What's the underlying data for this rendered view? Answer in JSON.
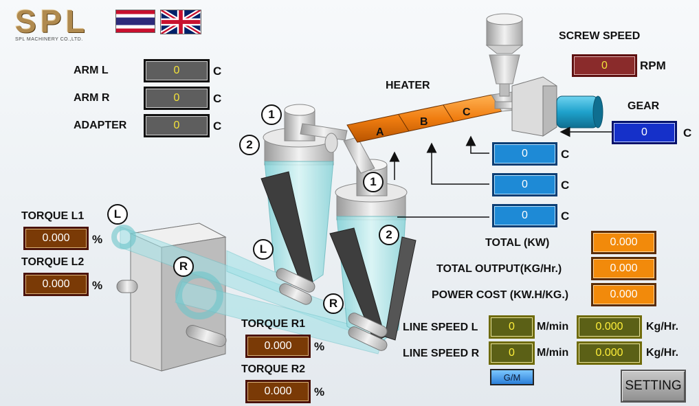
{
  "brand": {
    "logo_text": "SPL",
    "subtitle": "SPL MACHINERY CO.,LTD."
  },
  "languages": [
    {
      "name": "thai-flag"
    },
    {
      "name": "uk-flag"
    }
  ],
  "arm": {
    "arm_l_label": "ARM L",
    "arm_l_value": "0",
    "arm_l_unit": "C",
    "arm_r_label": "ARM R",
    "arm_r_value": "0",
    "arm_r_unit": "C",
    "adapter_label": "ADAPTER",
    "adapter_value": "0",
    "adapter_unit": "C"
  },
  "heater": {
    "label": "HEATER",
    "zone_a": "A",
    "zone_b": "B",
    "zone_c": "C",
    "temp_c_value": "0",
    "temp_c_unit": "C",
    "temp_b_value": "0",
    "temp_b_unit": "C",
    "temp_a_value": "0",
    "temp_a_unit": "C"
  },
  "screw": {
    "label": "SCREW SPEED",
    "value": "0",
    "unit": "RPM"
  },
  "gear": {
    "label": "GEAR",
    "value": "0",
    "unit": "C"
  },
  "torque": {
    "l1_label": "TORQUE L1",
    "l1_value": "0.000",
    "l1_unit": "%",
    "l2_label": "TORQUE L2",
    "l2_value": "0.000",
    "l2_unit": "%",
    "r1_label": "TORQUE R1",
    "r1_value": "0.000",
    "r1_unit": "%",
    "r2_label": "TORQUE R2",
    "r2_value": "0.000",
    "r2_unit": "%"
  },
  "markers": {
    "one": "1",
    "two": "2",
    "left": "L",
    "right": "R"
  },
  "totals": {
    "total_kw_label": "TOTAL (KW)",
    "total_kw_value": "0.000",
    "total_output_label": "TOTAL OUTPUT(KG/Hr.)",
    "total_output_value": "0.000",
    "power_cost_label": "POWER COST (KW.H/KG.)",
    "power_cost_value": "0.000"
  },
  "line_speed": {
    "l_label": "LINE SPEED L",
    "l_value": "0",
    "l_unit": "M/min",
    "l_kg_value": "0.000",
    "l_kg_unit": "Kg/Hr.",
    "r_label": "LINE SPEED R",
    "r_value": "0",
    "r_unit": "M/min",
    "r_kg_value": "0.000",
    "r_kg_unit": "Kg/Hr."
  },
  "buttons": {
    "gm": "G/M",
    "setting": "SETTING"
  },
  "colors": {
    "heater": "#f28a0b",
    "temp_box": "#1e8ad6",
    "gear_box": "#1530c9",
    "total_box": "#f28a0b",
    "motor": "#2fb4d8"
  }
}
